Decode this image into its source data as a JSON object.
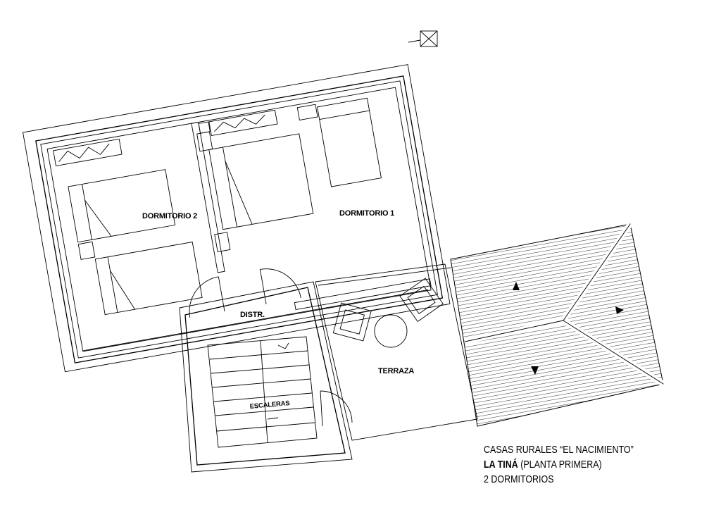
{
  "plan": {
    "rooms": {
      "dormitorio2": "DORMITORIO 2",
      "dormitorio1": "DORMITORIO 1",
      "distribuidor": "DISTR.",
      "terraza": "TERRAZA",
      "escaleras": "ESCALERAS"
    }
  },
  "caption": {
    "line1": "CASAS RURALES “EL NACIMIENTO”",
    "line2_bold": "LA TINÁ",
    "line2_rest": " (PLANTA PRIMERA)",
    "line3": "2 DORMITORIOS"
  },
  "colors": {
    "ink": "#000000",
    "paper": "#ffffff"
  }
}
